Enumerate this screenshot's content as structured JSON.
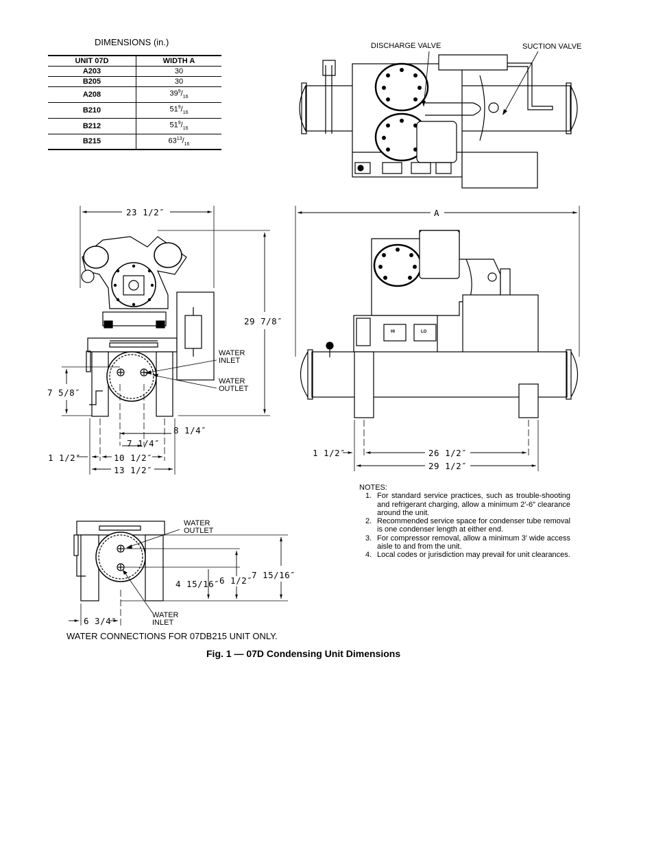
{
  "table": {
    "title": "DIMENSIONS (in.)",
    "headers": [
      "UNIT 07D",
      "WIDTH A"
    ],
    "rows": [
      {
        "unit": "A203",
        "w_main": "30",
        "w_sup": "",
        "w_sub": ""
      },
      {
        "unit": "B205",
        "w_main": "30",
        "w_sup": "",
        "w_sub": ""
      },
      {
        "unit": "A208",
        "w_main": "39",
        "w_sup": "9",
        "w_sub": "16"
      },
      {
        "unit": "B210",
        "w_main": "51",
        "w_sup": "9",
        "w_sub": "16"
      },
      {
        "unit": "B212",
        "w_main": "51",
        "w_sup": "9",
        "w_sub": "16"
      },
      {
        "unit": "B215",
        "w_main": "63",
        "w_sup": "13",
        "w_sub": "16"
      }
    ]
  },
  "labels": {
    "discharge_valve": "DISCHARGE VALVE",
    "suction_valve": "SUCTION VALVE",
    "water_inlet_1": "WATER",
    "water_inlet_2": "INLET",
    "water_outlet_1": "WATER",
    "water_outlet_2": "OUTLET",
    "hi": "HI",
    "lo": "LO"
  },
  "dims": {
    "d_23_5": "23 1/2″",
    "d_29_875": "29 7/8″",
    "d_7_625": "7 5/8″",
    "d_8_25": "8 1/4″",
    "d_7_25": "7 1/4″",
    "d_1_5_left": "1 1/2″",
    "d_10_5": "10 1/2″",
    "d_13_5": "13 1/2″",
    "d_A": "A",
    "d_1_5_right": "1 1/2″",
    "d_26_5": "26 1/2″",
    "d_29_5": "29 1/2″",
    "d_4_94": "4 15/16″",
    "d_6_5": "6 1/2″",
    "d_7_94": "7 15/16″",
    "d_6_75": "6 3/4″"
  },
  "notes": {
    "title": "NOTES:",
    "items": [
      {
        "n": "1.",
        "text": "For standard service practices, such as trouble-shooting and refrigerant charging, allow a minimum 2′-6″ clearance around the unit."
      },
      {
        "n": "2.",
        "text": "Recommended service space for condenser tube removal is one condenser length at either end."
      },
      {
        "n": "3.",
        "text": "For compressor removal, allow a minimum 3′ wide access aisle to and from the unit."
      },
      {
        "n": "4.",
        "text": "Local codes or jurisdiction may prevail for unit clearances."
      }
    ]
  },
  "caption_water": "WATER CONNECTIONS FOR 07DB215 UNIT ONLY.",
  "figure_caption": "Fig. 1 — 07D Condensing Unit Dimensions"
}
